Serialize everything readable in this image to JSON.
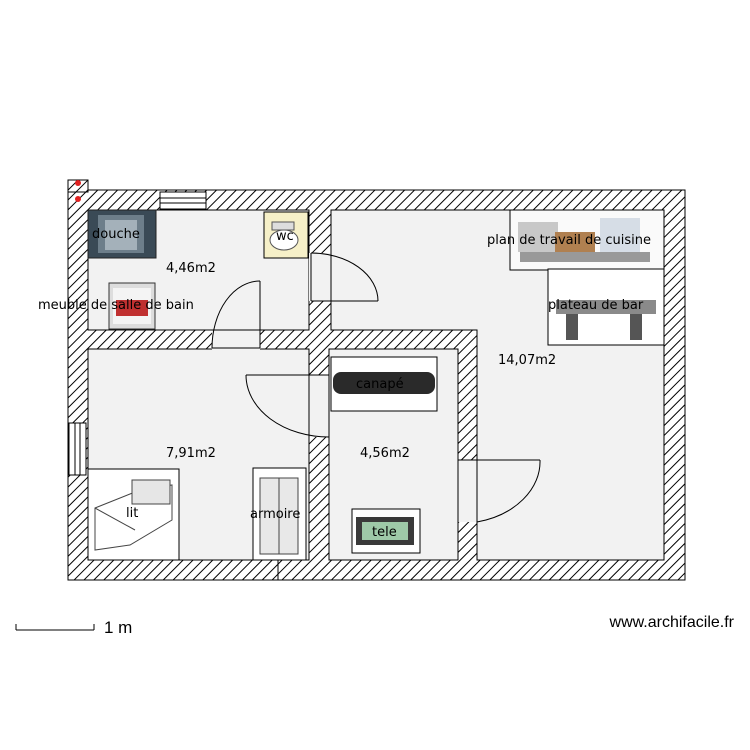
{
  "rooms": [
    {
      "id": "bathroom",
      "area": "4,46m2"
    },
    {
      "id": "bedroom",
      "area": "7,91m2"
    },
    {
      "id": "middle",
      "area": "4,56m2"
    },
    {
      "id": "living",
      "area": "14,07m2"
    }
  ],
  "furniture": {
    "douche": "douche",
    "wc": "wc",
    "meuble": "meuble de salle de bain",
    "lit": "lit",
    "armoire": "armoire",
    "canape": "canapé",
    "tele": "tele",
    "plan_travail": "plan de travail de cuisine",
    "plateau": "plateau de bar"
  },
  "scale": {
    "label": "1 m"
  },
  "footer": {
    "site": "www.archifacile.fr"
  },
  "colors": {
    "wall_hatch": "#000000",
    "floor": "#f2f2f2",
    "accent_marker": "#e02020"
  }
}
